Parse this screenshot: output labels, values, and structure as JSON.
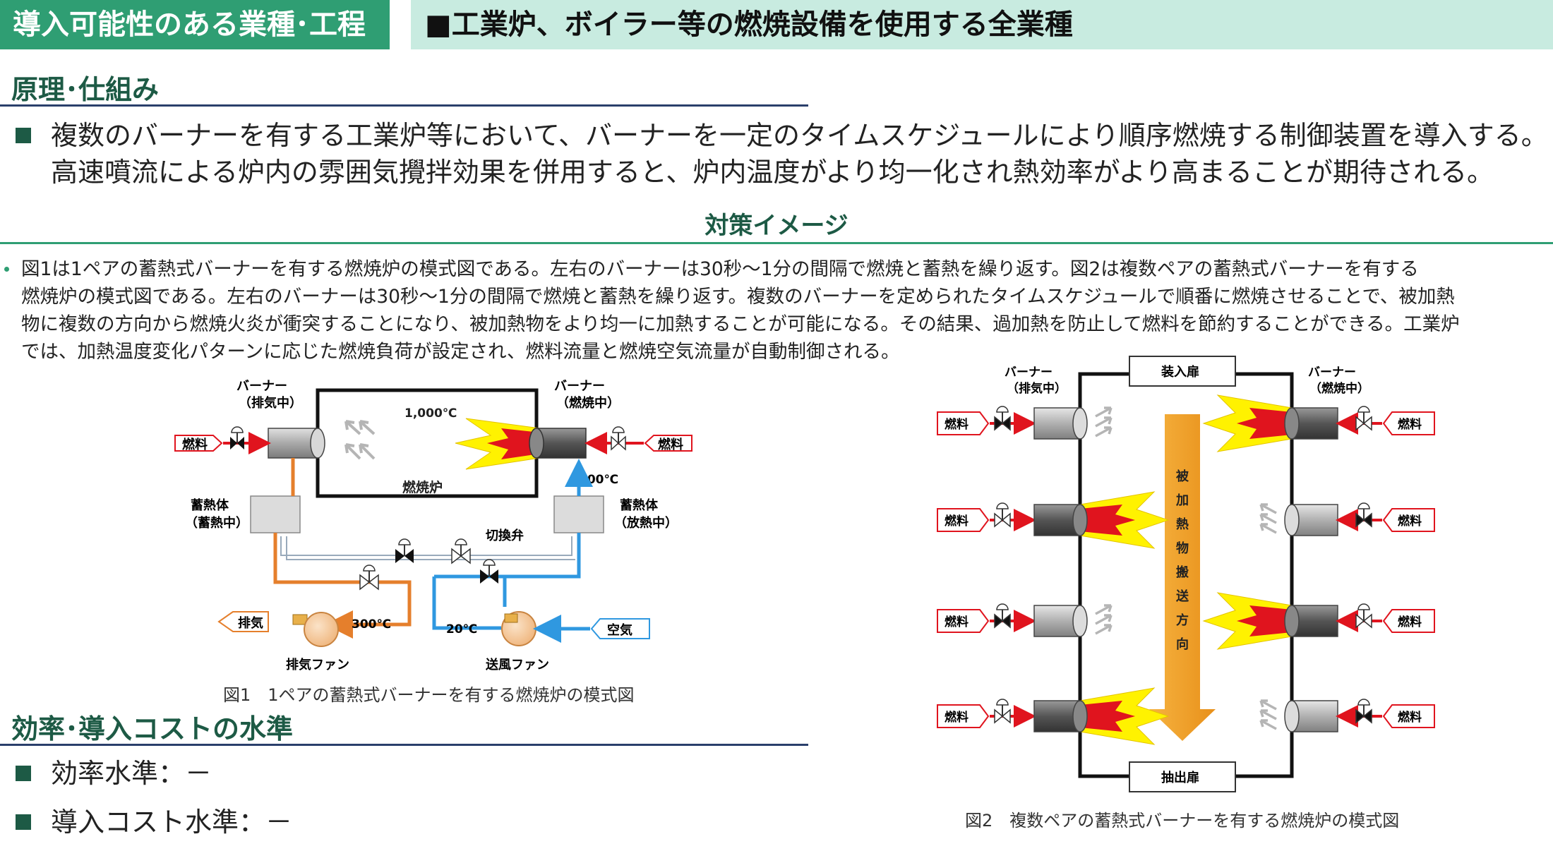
{
  "header": {
    "left_label": "導入可能性のある業種･工程",
    "right_label": "■工業炉、ボイラー等の燃焼設備を使用する全業種"
  },
  "principle": {
    "title": "原理･仕組み",
    "line1": "複数のバーナーを有する工業炉等において、バーナーを一定のタイムスケジュールにより順序燃焼する制御装置を導入する。",
    "line2": "高速噴流による炉内の雰囲気攪拌効果を併用すると、炉内温度がより均一化され熱効率がより高まることが期待される。"
  },
  "image_section": {
    "title": "対策イメージ",
    "desc_lines": [
      "図1は1ペアの蓄熱式バーナーを有する燃焼炉の模式図である。左右のバーナーは30秒～1分の間隔で燃焼と蓄熱を繰り返す。図2は複数ペアの蓄熱式バーナーを有する",
      "燃焼炉の模式図である。左右のバーナーは30秒～1分の間隔で燃焼と蓄熱を繰り返す。複数のバーナーを定められたタイムスケジュールで順番に燃焼させることで、被加熱",
      "物に複数の方向から燃焼火炎が衝突することになり、被加熱物をより均一に加熱することが可能になる。その結果、過加熱を防止して燃料を節約することができる。工業炉",
      "では、加熱温度変化パターンに応じた燃焼負荷が設定され、燃料流量と燃焼空気流量が自動制御される。"
    ]
  },
  "fig1": {
    "burner_left_1": "バーナー",
    "burner_left_2": "（排気中）",
    "burner_right_1": "バーナー",
    "burner_right_2": "（燃焼中）",
    "temp_furnace": "1,000℃",
    "furnace_label": "燃焼炉",
    "temp_700": "700℃",
    "regen_left_1": "蓄熱体",
    "regen_left_2": "（蓄熱中）",
    "regen_right_1": "蓄熱体",
    "regen_right_2": "（放熱中）",
    "fuel_left": "燃料",
    "fuel_right": "燃料",
    "switch_valve": "切換弁",
    "exhaust": "排気",
    "temp_300": "300℃",
    "temp_20": "20℃",
    "air": "空気",
    "exhaust_fan": "排気ファン",
    "blower_fan": "送風ファン",
    "caption": "図1　1ペアの蓄熱式バーナーを有する燃焼炉の模式図"
  },
  "fig2": {
    "burner_left_1": "バーナー",
    "burner_left_2": "（排気中）",
    "burner_right_1": "バーナー",
    "burner_right_2": "（燃焼中）",
    "door_in": "装入扉",
    "door_out": "抽出扉",
    "conveyor": [
      "被",
      "加",
      "熱",
      "物",
      "搬",
      "送",
      "方",
      "向"
    ],
    "fuel": "燃料",
    "caption": "図2　複数ペアの蓄熱式バーナーを有する燃焼炉の模式図"
  },
  "efficiency": {
    "title": "効率･導入コストの水準",
    "item1": "効率水準：－",
    "item2": "導入コスト水準：－"
  },
  "colors": {
    "header_green": "#2f9e73",
    "header_light": "#c8ebe0",
    "fuel_red": "#e0141e",
    "exhaust_orange": "#e57f2c",
    "air_blue": "#2f98e0",
    "conveyor_orange": "#f0a020",
    "flame_yellow": "#fff200"
  }
}
